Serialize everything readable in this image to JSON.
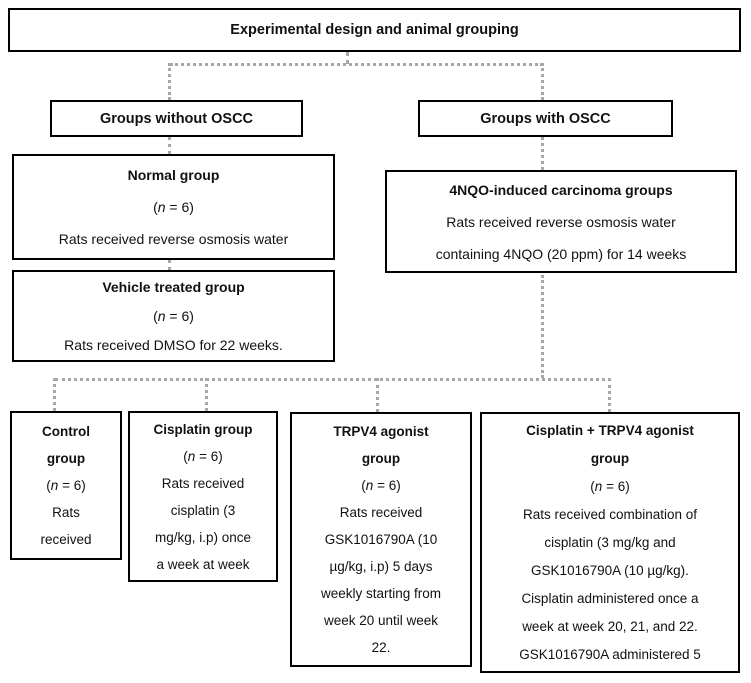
{
  "figure": {
    "title": "Experimental design and animal grouping"
  },
  "branches": {
    "without_oscc": "Groups without OSCC",
    "with_oscc": "Groups with OSCC"
  },
  "n_count": {
    "pre": "(",
    "var": "n",
    "post": " = 6)"
  },
  "groups": {
    "normal": {
      "title": "Normal group",
      "desc": [
        "Rats received reverse osmosis water"
      ]
    },
    "vehicle": {
      "title": "Vehicle treated group",
      "desc": [
        "Rats received DMSO for 22 weeks."
      ]
    },
    "carcinoma": {
      "title": "4NQO-induced carcinoma groups",
      "desc": [
        "Rats received reverse osmosis water",
        "containing 4NQO (20 ppm) for 14 weeks"
      ]
    },
    "control": {
      "title": [
        "Control",
        "group"
      ],
      "desc": [
        "Rats",
        "received"
      ]
    },
    "cisplatin": {
      "title": [
        "Cisplatin group"
      ],
      "desc": [
        "Rats received",
        "cisplatin (3",
        "mg/kg, i.p) once",
        "a week at week"
      ]
    },
    "trpv4": {
      "title": [
        "TRPV4 agonist",
        "group"
      ],
      "desc": [
        "Rats received",
        "GSK1016790A (10",
        "µg/kg, i.p) 5 days",
        "weekly starting from",
        "week 20 until week",
        "22."
      ]
    },
    "combo": {
      "title": [
        "Cisplatin + TRPV4 agonist",
        "group"
      ],
      "desc": [
        "Rats received combination of",
        "cisplatin (3 mg/kg and",
        "GSK1016790A (10 µg/kg).",
        "Cisplatin administered once a",
        "week at week 20, 21, and 22.",
        "GSK1016790A administered 5"
      ]
    }
  },
  "colors": {
    "box_border": "#000000",
    "connector": "#a8a8a8",
    "background": "#ffffff",
    "text": "#111111"
  }
}
